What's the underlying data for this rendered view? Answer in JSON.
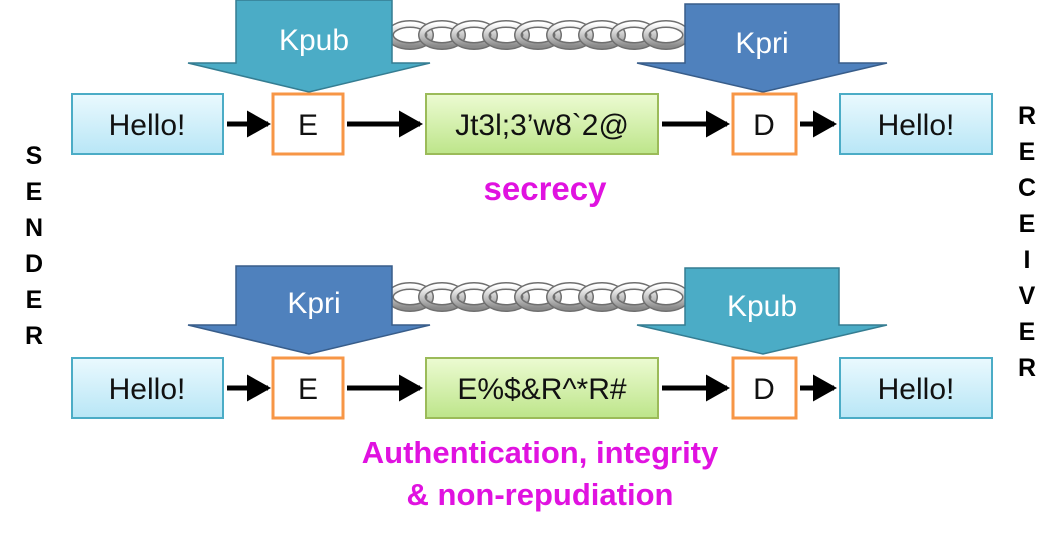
{
  "sender_label": [
    "S",
    "E",
    "N",
    "D",
    "E",
    "R"
  ],
  "receiver_label": [
    "R",
    "E",
    "C",
    "E",
    "I",
    "V",
    "E",
    "R"
  ],
  "top": {
    "plaintext_left": "Hello!",
    "encrypt": "E",
    "ciphertext": "Jt3l;3’w8`2@",
    "decrypt": "D",
    "plaintext_right": "Hello!",
    "key_left": "Kpub",
    "key_right": "Kpri",
    "caption": "secrecy"
  },
  "bottom": {
    "plaintext_left": "Hello!",
    "encrypt": "E",
    "ciphertext": "E%$&R^*R#",
    "decrypt": "D",
    "plaintext_right": "Hello!",
    "key_left": "Kpri",
    "key_right": "Kpub",
    "caption_line1": "Authentication, integrity",
    "caption_line2": "& non-repudiation"
  },
  "colors": {
    "kpub": "#4bacc6",
    "kpri": "#4f81bd",
    "plain_fill": "#d6f1fb",
    "plain_stroke": "#4bacc6",
    "cipher_fill": "#d4f0a8",
    "cipher_stroke": "#9bbb59",
    "op_stroke": "#f79646",
    "caption": "#e012e0"
  }
}
